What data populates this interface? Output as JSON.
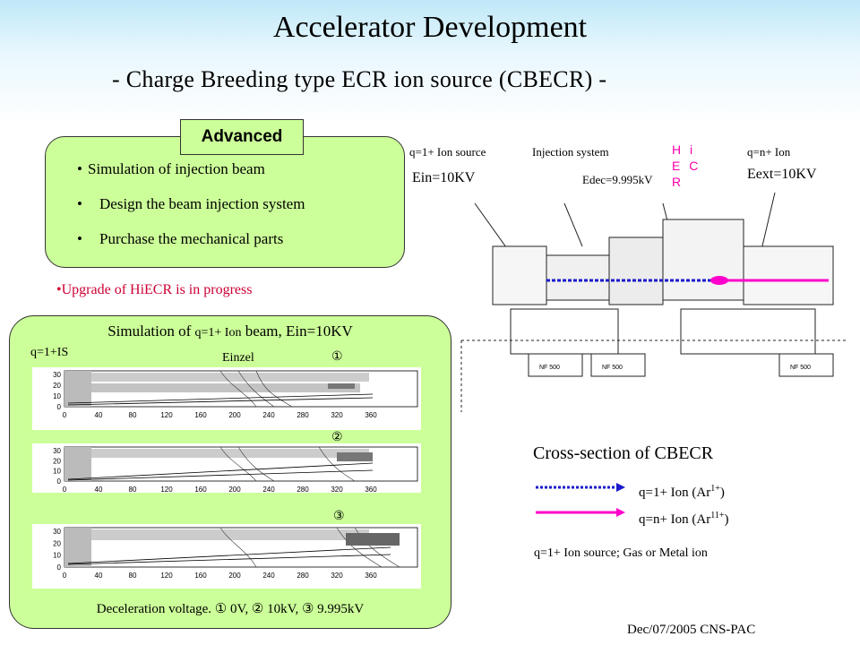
{
  "title": "Accelerator  Development",
  "subtitle": "- Charge Breeding type ECR ion source (CBECR) -",
  "advanced": {
    "badge": "Advanced",
    "items": [
      "Simulation of injection beam",
      "Design the beam injection system",
      "Purchase the mechanical parts"
    ]
  },
  "upgrade": "•Upgrade of HiECR is in progress",
  "simulation": {
    "title_a": "Simulation of ",
    "title_b": "q=1+ Ion",
    "title_c": " beam, Ein=10KV",
    "is_label": "q=1+IS",
    "einzel": "Einzel",
    "mark1": "①",
    "mark2": "②",
    "mark3": "③",
    "x_ticks": [
      "0",
      "40",
      "80",
      "120",
      "160",
      "200",
      "240",
      "280",
      "320",
      "360"
    ],
    "y_ticks": [
      "30",
      "20",
      "10",
      "0"
    ],
    "decel": "Deceleration voltage. ① 0V, ② 10kV, ③ 9.995kV"
  },
  "diagram": {
    "src_label": "q=1+ Ion source",
    "inj_label": "Injection system",
    "hiecr": "H i E C R",
    "out_label": "q=n+ Ion",
    "ein": "Ein=10KV",
    "edec": "Edec=9.995kV",
    "eext": "Eext=10KV",
    "cross": "Cross-section of CBECR",
    "leg1": "q=1+ Ion  (Ar",
    "leg1_sup": "1+",
    "leg2": "q=n+ Ion  (Ar",
    "leg2_sup": "11+",
    "gas": "q=1+ Ion source; Gas or Metal ion",
    "box_label": "NF 500"
  },
  "footer": "Dec/07/2005 CNS-PAC",
  "colors": {
    "green": "#ccff99",
    "red": "#cc0033",
    "blue": "#1a1acc",
    "magenta": "#ff00cc"
  }
}
